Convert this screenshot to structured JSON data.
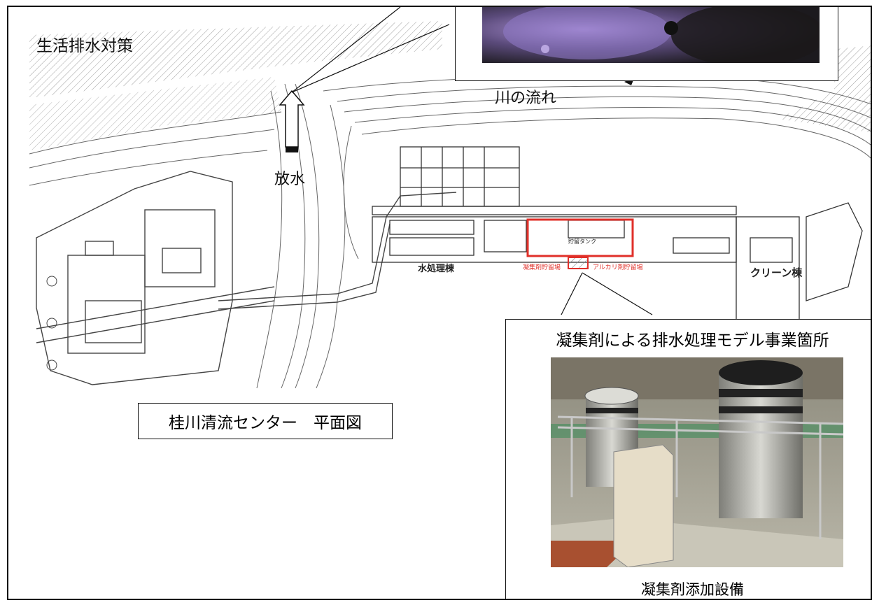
{
  "page": {
    "section_title": "生活排水対策",
    "river_flow_label": "川の流れ",
    "discharge_label": "放水",
    "plan_caption": "桂川清流センター　平面図",
    "plan_labels": {
      "water_treatment_building": "水処理棟",
      "clean_building": "クリーン棟",
      "storage": "貯留タンク",
      "coagulant_storage": "凝集剤貯留場",
      "alkali_storage": "アルカリ剤貯留場"
    },
    "coagulant_box": {
      "title": "凝集剤による排水処理モデル事業箇所",
      "caption": "凝集剤添加設備"
    }
  },
  "colors": {
    "border": "#111111",
    "highlight_red": "#e0302a",
    "map_line": "#555555"
  }
}
